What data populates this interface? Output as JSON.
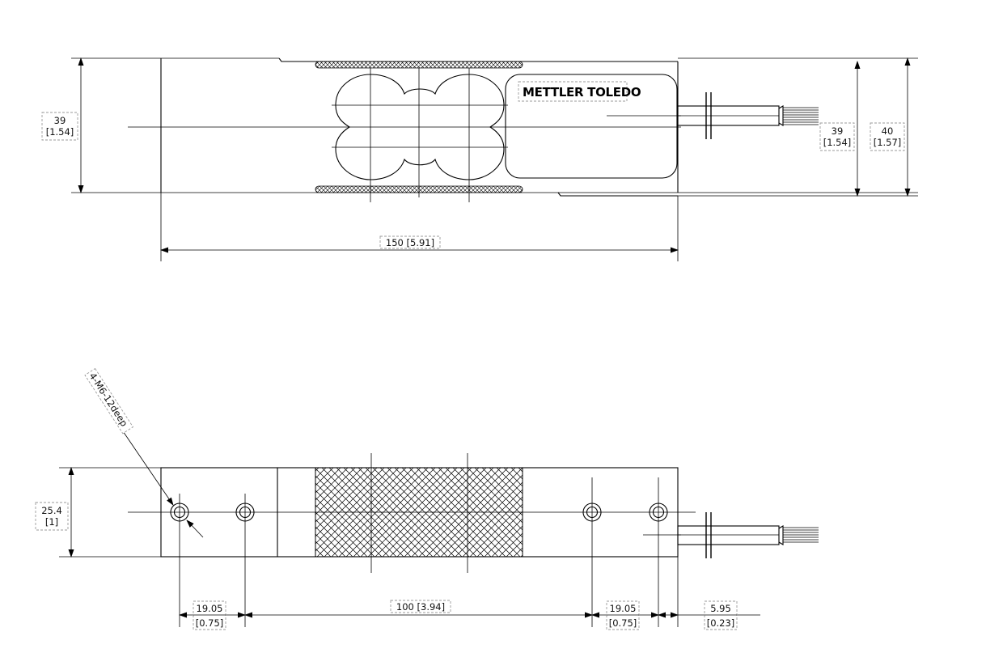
{
  "brand": {
    "logo_text": "METTLER TOLEDO"
  },
  "dimensions": {
    "top_height_left": {
      "mm": "39",
      "inch": "[1.54]"
    },
    "top_height_right": {
      "mm": "39",
      "inch": "[1.54]"
    },
    "overall_height": {
      "mm": "40",
      "inch": "[1.57]"
    },
    "length": {
      "text": "150 [5.91]"
    },
    "bottom_width": {
      "mm": "25.4",
      "inch": "[1]"
    },
    "hole_note": {
      "text": "4-M6-12deep"
    },
    "hole_pitch_left": {
      "mm": "19.05",
      "inch": "[0.75]"
    },
    "hole_center_spacing": {
      "text": "100 [3.94]"
    },
    "hole_pitch_right": {
      "mm": "19.05",
      "inch": "[0.75]"
    },
    "end_offset": {
      "mm": "5.95",
      "inch": "[0.23]"
    }
  }
}
